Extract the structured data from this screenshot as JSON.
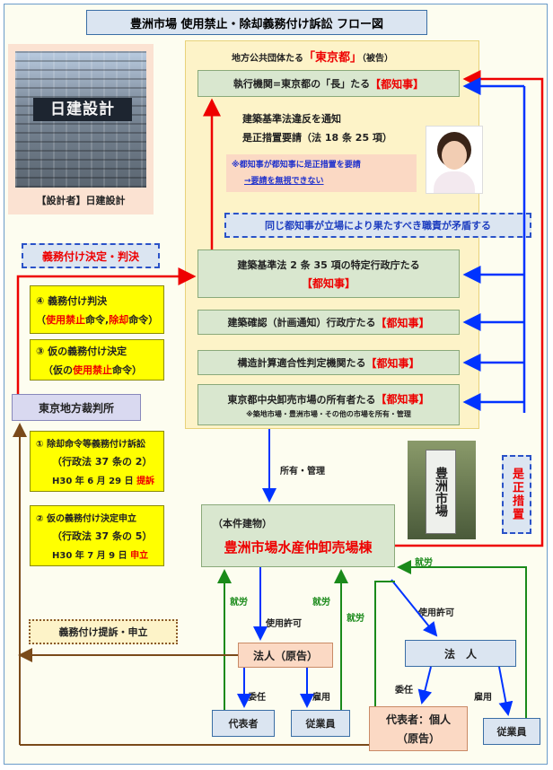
{
  "title": "豊洲市場 使用禁止・除却義務付け訴訟 フロー図",
  "designer": {
    "label": "【設計者】日建設計",
    "sign": "日建設計"
  },
  "tokyo": {
    "intro_prefix": "地方公共団体たる",
    "intro_name": "「東京都」",
    "intro_suffix": "（被告）",
    "exec_prefix": "執行機関=東京都の「長」たる",
    "exec_role": "【都知事】",
    "notice1": "建築基準法違反を通知",
    "notice2": "是正措置要請（法 18 条 25 項）",
    "note1": "※都知事が都知事に是正措置を要請",
    "note2": "→要請を無視できない",
    "contradiction": "同じ都知事が立場により果たすべき職責が矛盾する",
    "agency1_prefix": "建築基準法 2 条 35 項の特定行政庁たる",
    "agency1_role": "【都知事】",
    "agency2_prefix": "建築確認（計画通知）行政庁たる",
    "agency2_role": "【都知事】",
    "agency3_prefix": "構造計算適合性判定機関たる",
    "agency3_role": "【都知事】",
    "agency4_prefix": "東京都中央卸売市場の所有者たる",
    "agency4_role": "【都知事】",
    "agency4_sub": "※築地市場・豊洲市場・その他の市場を所有・管理"
  },
  "left": {
    "decision_banner": "義務付け決定・判決",
    "box4_title": "④ 義務付け判決",
    "box4_a": "使用禁止",
    "box4_b": "命令,",
    "box4_c": "除却",
    "box4_d": "命令",
    "box3_title": "③ 仮の義務付け決定",
    "box3_a": "（仮の",
    "box3_b": "使用禁止",
    "box3_c": "命令）",
    "court": "東京地方裁判所",
    "box1_title": "① 除却命令等義務付け訴訟",
    "box1_law": "（行政法 37 条の 2）",
    "box1_date": "H30 年 6 月 29 日",
    "box1_action": "提訴",
    "box2_title": "② 仮の義務付け決定申立",
    "box2_law": "（行政法 37 条の 5）",
    "box2_date": "H30 年 7 月 9 日",
    "box2_action": "申立",
    "filing": "義務付け提訴・申立"
  },
  "building": {
    "owner_label": "所有・管理",
    "sub": "（本件建物）",
    "name": "豊洲市場水産仲卸売場棟",
    "sign": "豊洲市場"
  },
  "correction": "是正措置",
  "bottom": {
    "work1": "就労",
    "work2": "就労",
    "work3": "就労",
    "work4": "就労",
    "use1": "使用許可",
    "use2": "使用許可",
    "corp1": "法人（原告）",
    "corp2": "法　人",
    "entrust1": "委任",
    "hire1": "雇用",
    "entrust2": "委任",
    "hire2": "雇用",
    "rep1": "代表者",
    "emp1": "従業員",
    "rep2a": "代表者：個人",
    "rep2b": "（原告）",
    "emp2": "従業員"
  }
}
